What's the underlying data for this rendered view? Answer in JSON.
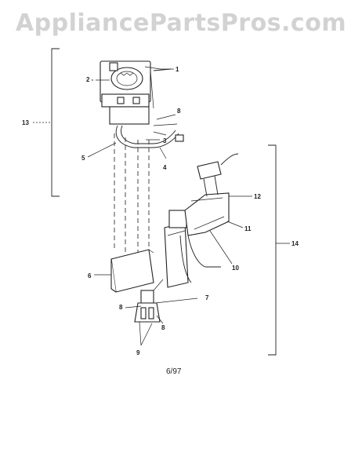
{
  "watermark": "AppliancePartsPros.com",
  "callouts": {
    "c1": "1",
    "c2": "2 -",
    "c3": "3",
    "c4": "4",
    "c5": "5",
    "c6": "6",
    "c7": "7",
    "c8": "8",
    "c8b": "8",
    "c8c": "8",
    "c9": "9",
    "c10": "10",
    "c11": "11",
    "c12": "12",
    "c13": "13",
    "c14": "14"
  },
  "date_code": "6/97"
}
